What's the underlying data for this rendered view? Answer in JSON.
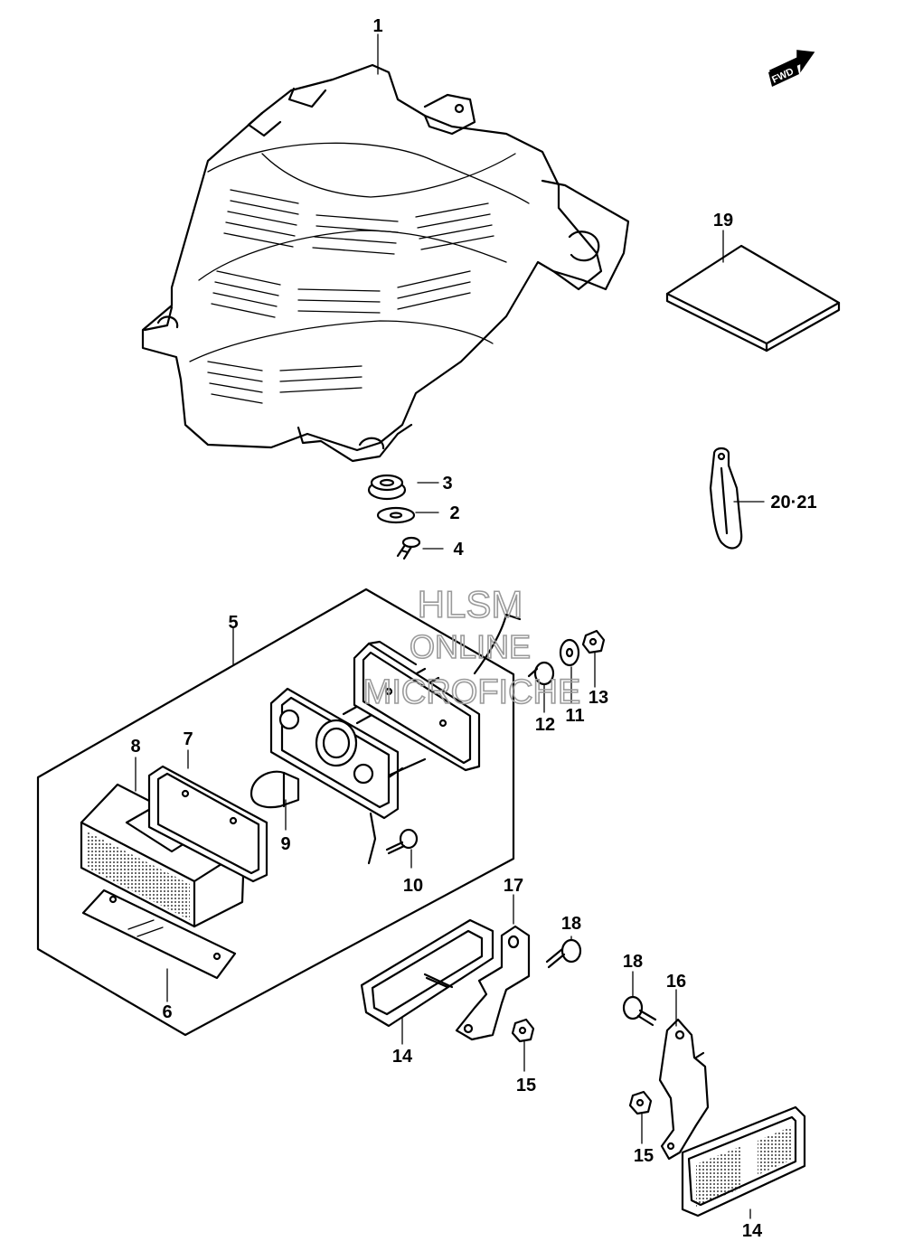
{
  "header": {
    "fwd_label": "FWD"
  },
  "watermark": {
    "line1": "HLSM",
    "line2": "ONLINE",
    "line3": "MICROFICHE"
  },
  "callouts": [
    "1",
    "19",
    "3",
    "2",
    "4",
    "20·21",
    "5",
    "8",
    "7",
    "9",
    "10",
    "6",
    "12",
    "11",
    "13",
    "17",
    "18",
    "14",
    "15",
    "18",
    "16",
    "15",
    "14"
  ],
  "colors": {
    "line": "#000000",
    "background": "#ffffff",
    "watermark": "#9a9a9a"
  },
  "icons": [
    "forward-direction-arrow-icon"
  ]
}
